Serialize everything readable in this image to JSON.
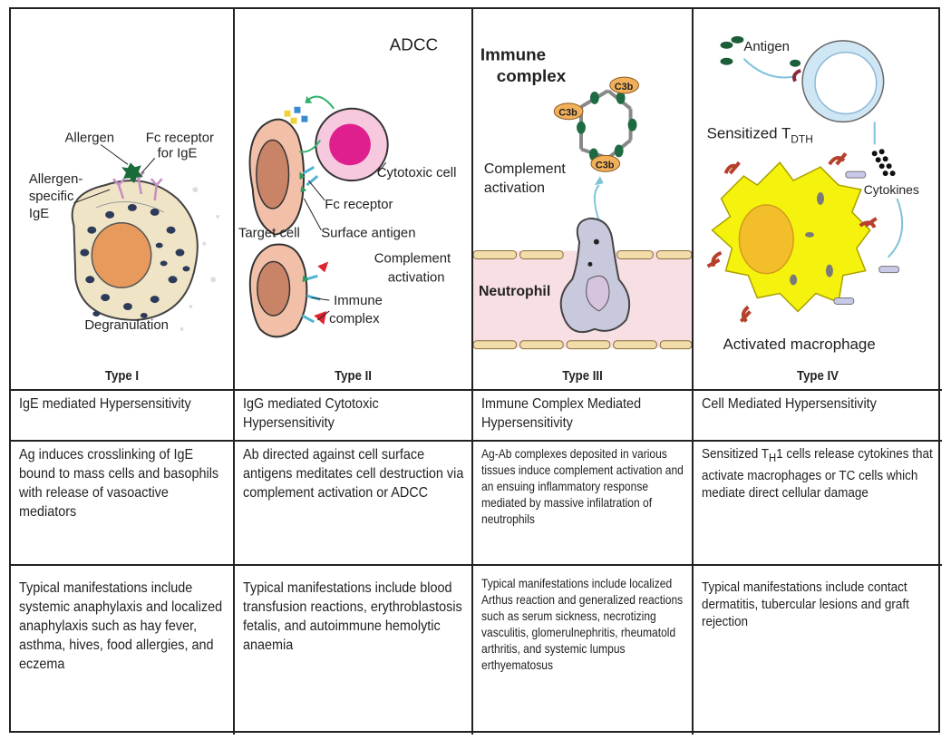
{
  "columns": [
    {
      "type_label": "Type I",
      "name": "IgE mediated Hypersensitivity",
      "description": "Ag induces crosslinking of IgE bound to mass cells and basophils with release of vasoactive mediators",
      "manifestations": "Typical manifestations include systemic anaphylaxis and localized anaphylaxis such as hay fever, asthma, hives, food allergies, and eczema",
      "labels": {
        "allergen": "Allergen",
        "fc_receptor_1": "Fc receptor",
        "fc_receptor_2": "for IgE",
        "allergen_specific_1": "Allergen-",
        "allergen_specific_2": "specific",
        "allergen_specific_3": "IgE",
        "degranulation": "Degranulation"
      }
    },
    {
      "type_label": "Type II",
      "name": "IgG mediated Cytotoxic Hypersensitivity",
      "description": "Ab directed against cell surface antigens meditates cell destruction via complement activation or ADCC",
      "manifestations": "Typical manifestations include blood transfusion reactions, erythroblastosis fetalis, and autoimmune hemolytic anaemia",
      "labels": {
        "adcc": "ADCC",
        "cytotoxic_cell": "Cytotoxic cell",
        "fc_receptor": "Fc receptor",
        "target_cell": "Target cell",
        "surface_antigen": "Surface antigen",
        "complement_1": "Complement",
        "complement_2": "activation",
        "immune_complex_1": "Immune",
        "immune_complex_2": "complex"
      }
    },
    {
      "type_label": "Type III",
      "name": "Immune Complex Mediated Hypersensitivity",
      "description": "Ag-Ab complexes deposited in various tissues induce complement activation and an ensuing inflammatory response mediated by massive infilatration of neutrophils",
      "manifestations": "Typical manifestations include localized Arthus reaction and generalized reactions such as serum sickness, necrotizing vasculitis, glomerulnephritis, rheumatold arthritis, and systemic lumpus erthyematosus",
      "labels": {
        "immune_1": "Immune",
        "immune_2": "complex",
        "c3b": "C3b",
        "complement_1": "Complement",
        "complement_2": "activation",
        "neutrophil": "Neutrophil"
      }
    },
    {
      "type_label": "Type IV",
      "name": "Cell Mediated Hypersensitivity",
      "description_pre": "Sensitized T",
      "description_sub": "H",
      "description_post": "1 cells release cytokines that activate macrophages or TC cells which mediate direct cellular damage",
      "manifestations": "Typical manifestations include contact dermatitis, tubercular lesions and graft rejection",
      "labels": {
        "antigen": "Antigen",
        "sensitized": "Sensitized T",
        "sensitized_sub": "DTH",
        "cytokines": "Cytokines",
        "activated_macrophage": "Activated macrophage"
      }
    }
  ]
}
